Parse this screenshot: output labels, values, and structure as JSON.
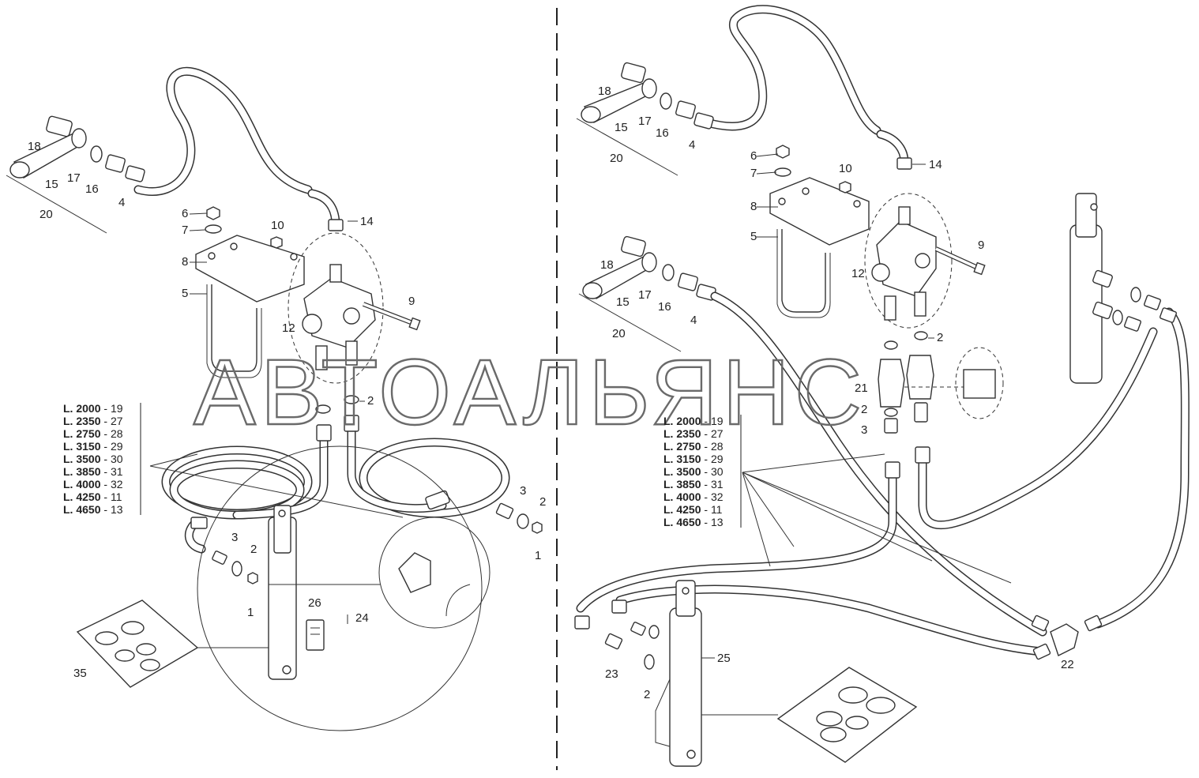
{
  "watermark": "АВТОАЛЬЯНС",
  "left": {
    "callouts": [
      "18",
      "15",
      "17",
      "16",
      "4",
      "20",
      "6",
      "7",
      "8",
      "5",
      "10",
      "14",
      "12",
      "9",
      "2",
      "3",
      "2",
      "1",
      "3",
      "2",
      "1",
      "26",
      "24",
      "35"
    ],
    "lengths": [
      {
        "l": "L. 2000",
        "n": "19"
      },
      {
        "l": "L. 2350",
        "n": "27"
      },
      {
        "l": "L. 2750",
        "n": "28"
      },
      {
        "l": "L. 3150",
        "n": "29"
      },
      {
        "l": "L. 3500",
        "n": "30"
      },
      {
        "l": "L. 3850",
        "n": "31"
      },
      {
        "l": "L. 4000",
        "n": "32"
      },
      {
        "l": "L. 4250",
        "n": "11"
      },
      {
        "l": "L. 4650",
        "n": "13"
      }
    ]
  },
  "right": {
    "callouts": [
      "18",
      "15",
      "17",
      "16",
      "4",
      "20",
      "6",
      "7",
      "10",
      "14",
      "8",
      "5",
      "9",
      "12",
      "18",
      "15",
      "17",
      "16",
      "4",
      "20",
      "2",
      "21",
      "2",
      "3",
      "25",
      "23",
      "2",
      "22"
    ],
    "lengths": [
      {
        "l": "L. 2000",
        "n": "19"
      },
      {
        "l": "L. 2350",
        "n": "27"
      },
      {
        "l": "L. 2750",
        "n": "28"
      },
      {
        "l": "L. 3150",
        "n": "29"
      },
      {
        "l": "L. 3500",
        "n": "30"
      },
      {
        "l": "L. 3850",
        "n": "31"
      },
      {
        "l": "L. 4000",
        "n": "32"
      },
      {
        "l": "L. 4250",
        "n": "11"
      },
      {
        "l": "L. 4650",
        "n": "13"
      }
    ]
  }
}
